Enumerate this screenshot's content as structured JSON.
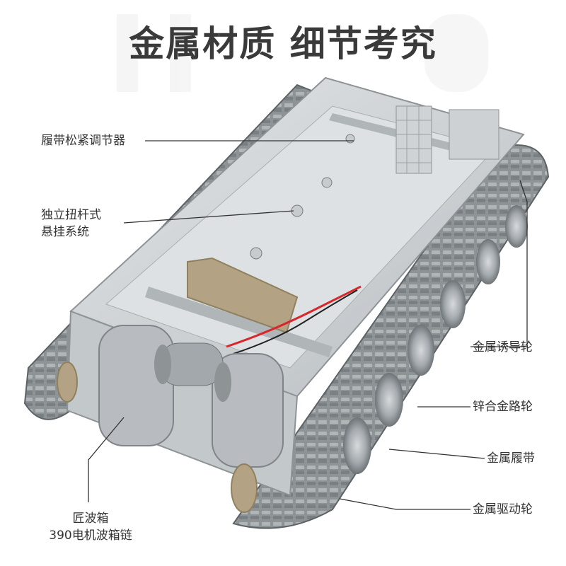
{
  "header": {
    "title": "金属材质 细节考究"
  },
  "labels": {
    "track_tensioner": "履带松紧调节器",
    "suspension_line1": "独立扭杆式",
    "suspension_line2": "悬挂系统",
    "idler_wheel": "金属诱导轮",
    "road_wheel": "锌合金路轮",
    "metal_track": "金属履带",
    "drive_wheel": "金属驱动轮",
    "gearbox_line1": "匠波箱",
    "gearbox_line2": "390电机波箱链"
  },
  "colors": {
    "track": "#8e9396",
    "track_dark": "#5d6266",
    "hull": "#c9ced1",
    "hull_floor": "#dde1e3",
    "battery_box": "#b3a283",
    "motor": "#b8bcc0",
    "wire_red": "#d8262a"
  }
}
